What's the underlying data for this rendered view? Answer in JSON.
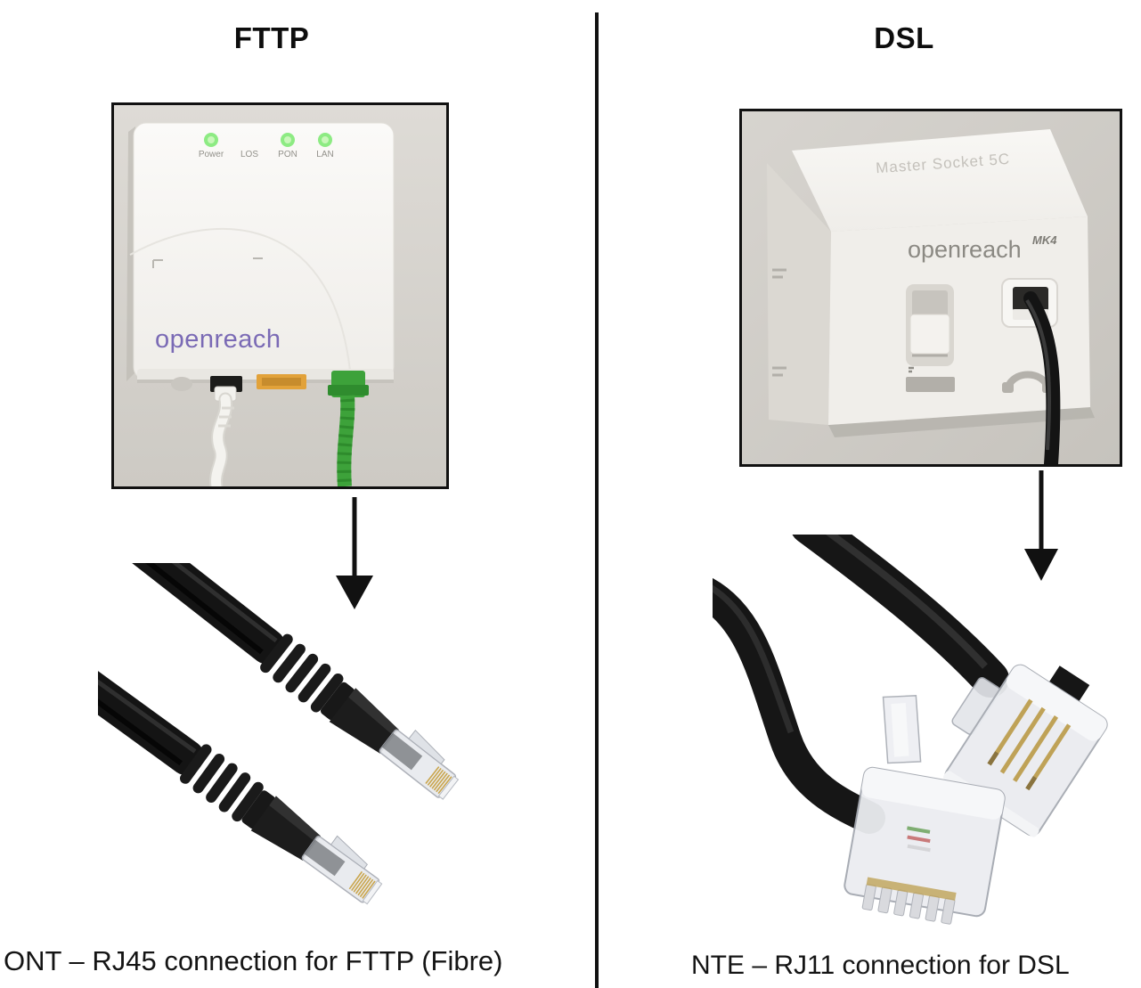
{
  "figure": {
    "left": {
      "heading": "FTTP",
      "caption": "ONT – RJ45 connection for FTTP (Fibre)",
      "ont": {
        "brand": "openreach",
        "leds": [
          {
            "label": "Power",
            "lit": true
          },
          {
            "label": "LOS",
            "lit": false
          },
          {
            "label": "PON",
            "lit": true
          },
          {
            "label": "LAN",
            "lit": true
          }
        ],
        "connector_type": "RJ45"
      }
    },
    "right": {
      "heading": "DSL",
      "caption": "NTE – RJ11 connection for DSL",
      "socket": {
        "top_label": "Master Socket 5C",
        "brand": "openreach",
        "model": "MK4",
        "connector_type": "RJ11"
      }
    },
    "colors": {
      "led_green": "#8deb83",
      "ont_brand_purple": "#7a6ab5",
      "socket_text_grey": "#8b8983",
      "fibre_cable_green": "#3da23a",
      "ethernet_port_yellow": "#e2a23a",
      "cable_black": "#161616",
      "connector_clear": "#eaecf0",
      "pin_gold": "#c9a44a",
      "wall_grey": "#d6d3ce",
      "arrow_black": "#111111"
    }
  }
}
